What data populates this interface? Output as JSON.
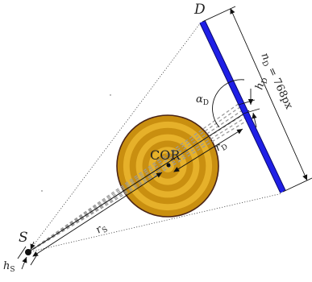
{
  "labels": {
    "source": "S",
    "detector": "D",
    "center_of_rotation": "COR",
    "source_radius": "r",
    "source_radius_sub": "S",
    "detector_radius": "r",
    "detector_radius_sub": "D",
    "detector_width_var": "n",
    "detector_width_sub": "D",
    "detector_width_value": " = 768px",
    "detector_angle": "α",
    "detector_angle_sub": "D",
    "detector_height_var": "h",
    "detector_height_sub": "D",
    "source_height_var": "h",
    "source_height_sub": "S"
  },
  "colors": {
    "detector_fill": "#1f1fe6",
    "detector_outline": "#0a0a6e",
    "phantom_outline": "#4a2416",
    "phantom_ring_dark": "#c98f10",
    "phantom_ring_light": "#e6b12a",
    "ray_dashed": "#9a9a9a",
    "ink": "#111111"
  },
  "phantom": {
    "ring_count": 8
  }
}
